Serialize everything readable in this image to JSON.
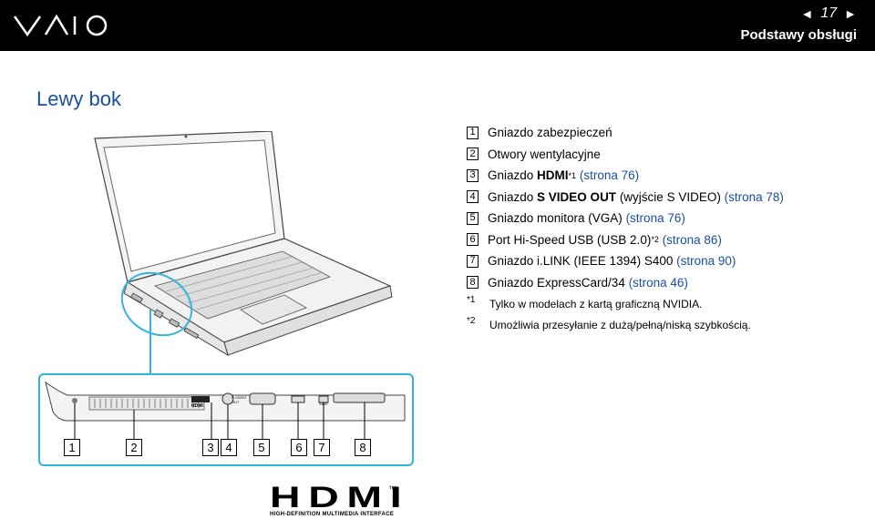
{
  "header": {
    "page_number": "17",
    "section": "Podstawy obsługi",
    "prev_glyph": "◄",
    "next_glyph": "►"
  },
  "title": "Lewy bok",
  "legend": [
    {
      "n": "1",
      "text": "Gniazdo zabezpieczeń"
    },
    {
      "n": "2",
      "text": "Otwory wentylacyjne"
    },
    {
      "n": "3",
      "pre": "Gniazdo ",
      "bold": "HDMI",
      "sup": "*1",
      "post": " ",
      "link": "(strona 76)"
    },
    {
      "n": "4",
      "pre": "Gniazdo ",
      "bold": "S VIDEO OUT",
      "post": " (wyjście S VIDEO) ",
      "link": "(strona 78)"
    },
    {
      "n": "5",
      "pre": "Gniazdo monitora (VGA) ",
      "link": "(strona 76)"
    },
    {
      "n": "6",
      "pre": "Port Hi-Speed USB (USB 2.0)",
      "sup": "*2",
      "post": " ",
      "link": "(strona 86)"
    },
    {
      "n": "7",
      "pre": "Gniazdo i.LINK (IEEE 1394) S400 ",
      "link": "(strona 90)"
    },
    {
      "n": "8",
      "pre": "Gniazdo ExpressCard/34 ",
      "link": "(strona 46)"
    }
  ],
  "footnotes": [
    {
      "mark": "*1",
      "text": "Tylko w modelach z kartą graficzną NVIDIA."
    },
    {
      "mark": "*2",
      "text": "Umożliwia przesyłanie z dużą/pełną/niską szybkością."
    }
  ],
  "callouts": [
    "1",
    "2",
    "3",
    "4",
    "5",
    "6",
    "7",
    "8"
  ],
  "port_labels": {
    "hdmi": "HDMI",
    "svideo": "S VIDEO OUT",
    "ilink": "S400"
  },
  "hdmi_logo": {
    "word": "HDMI",
    "tm": "™",
    "tagline": "HIGH-DEFINITION MULTIMEDIA INTERFACE"
  },
  "colors": {
    "link": "#1b4fa0",
    "highlight": "#32b3e0",
    "header_bg": "#000000"
  }
}
